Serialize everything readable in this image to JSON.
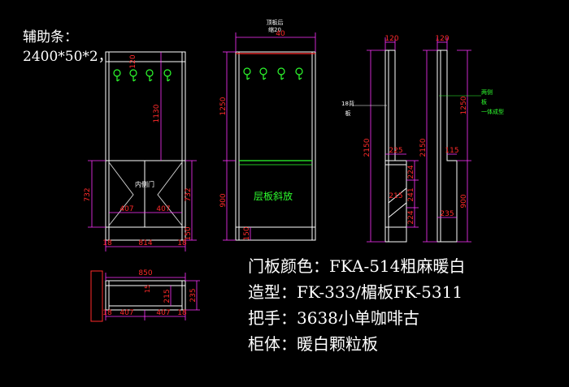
{
  "note_left": {
    "line1": "辅助条：",
    "line2": "2400*50*2，"
  },
  "spec": {
    "door_color": "门板颜色：FKA-514粗麻暖白",
    "style": "造型：FK-333/楣板FK-5311",
    "handle": "把手：3638小单咖啡古",
    "body": "柜体：暖白颗粒板"
  },
  "view1": {
    "d_120": "120",
    "d_1130": "1130",
    "d_732_left": "732",
    "d_732_right": "732",
    "d_150": "150",
    "d_407_a": "407",
    "d_407_b": "407",
    "d_18_a": "18",
    "d_814": "814",
    "d_18_b": "18",
    "door_label": "内侧门"
  },
  "view2": {
    "top_note_line1": "顶板后",
    "top_note_line2": "缩20",
    "d_40": "40",
    "d_1250": "1250",
    "d_900": "900",
    "d_150": "150",
    "shelf_label": "层板斜放"
  },
  "view3": {
    "d_120": "120",
    "back_note_line1": "18背",
    "back_note_line2": "板",
    "d_2150": "2150",
    "d_225": "225",
    "d_224_a": "224",
    "d_241": "241",
    "d_224_b": "224",
    "d_215": "215"
  },
  "view4": {
    "d_120": "120",
    "side_note_line1": "两侧",
    "side_note_line2": "板",
    "side_note_line3": "一体成型",
    "d_2150": "2150",
    "d_1250": "1250",
    "d_115": "115",
    "d_900": "900",
    "d_235": "235"
  },
  "plan": {
    "d_850": "850",
    "d_18_a": "18",
    "d_407_a": "407",
    "d_407_b": "407",
    "d_18_b": "18",
    "d_215": "215",
    "d_235": "235",
    "d_15": "15"
  },
  "colors": {
    "background": "#000000",
    "outline": "#ffffff",
    "dimension": "#ff2a2a",
    "extension": "#ff33ff",
    "annotation": "#2eff2e"
  }
}
